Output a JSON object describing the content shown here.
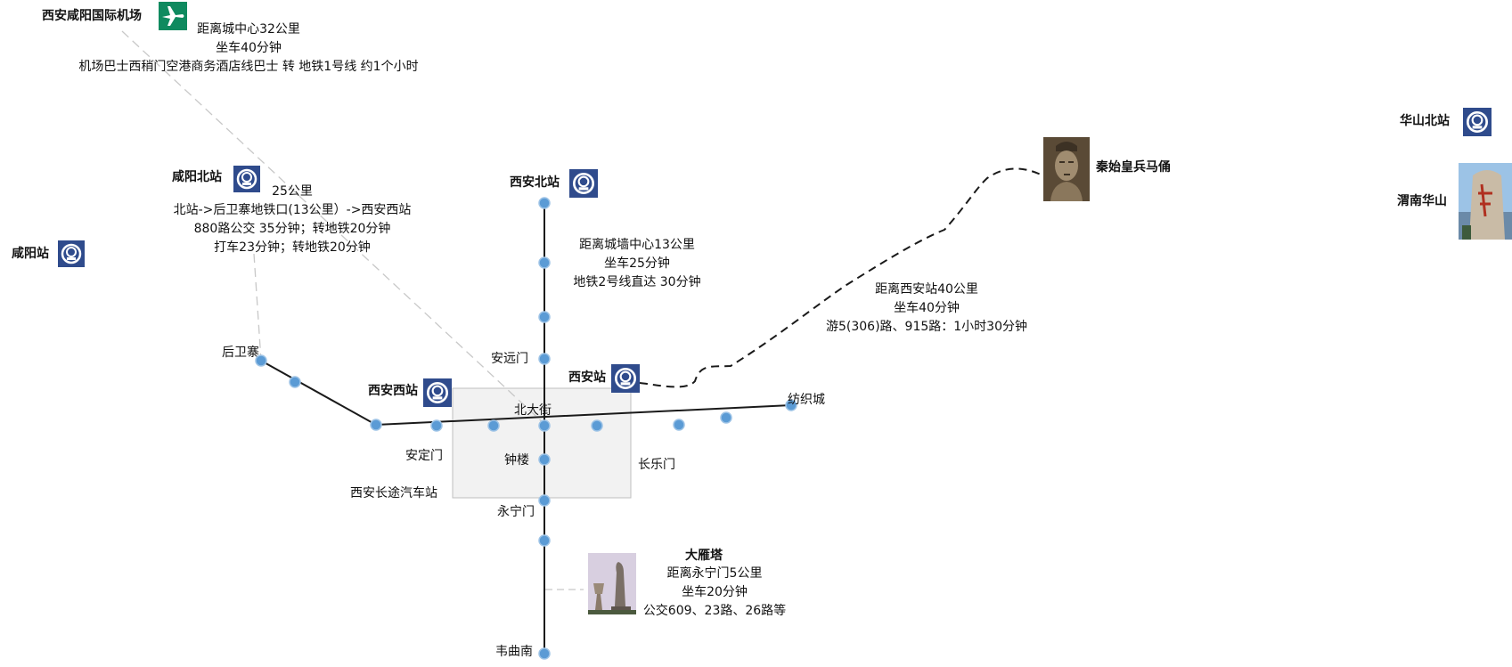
{
  "airport": {
    "name": "西安咸阳国际机场",
    "icon": "airplane-icon",
    "info": [
      "距离城中心32公里",
      "坐车40分钟",
      "机场巴士西稍门空港商务酒店线巴士 转 地铁1号线 约1个小时"
    ]
  },
  "xianyang_north": {
    "name": "咸阳北站",
    "icon": "railway-station-icon",
    "info": [
      "25公里",
      "北站->后卫寨地铁口(13公里）->西安西站",
      "880路公交 35分钟；转地铁20分钟",
      "打车23分钟；转地铁20分钟"
    ]
  },
  "xianyang": {
    "name": "咸阳站",
    "icon": "railway-station-icon"
  },
  "xian_north": {
    "name": "西安北站",
    "icon": "railway-station-icon",
    "info": [
      "距离城墙中心13公里",
      "坐车25分钟",
      "地铁2号线直达 30分钟"
    ]
  },
  "xian_west": {
    "name": "西安西站",
    "icon": "railway-station-icon"
  },
  "xian": {
    "name": "西安站",
    "icon": "railway-station-icon"
  },
  "terracotta": {
    "name": "秦始皇兵马俑",
    "photo": "terracotta-warrior-photo",
    "info": [
      "距离西安站40公里",
      "坐车40分钟",
      "游5(306)路、915路：1小时30分钟"
    ]
  },
  "huashan_north": {
    "name": "华山北站",
    "icon": "railway-station-icon"
  },
  "weinan_huashan": {
    "name": "渭南华山",
    "photo": "huashan-rock-photo"
  },
  "big_goose_pagoda": {
    "name": "大雁塔",
    "photo": "big-goose-pagoda-photo",
    "info": [
      "距离永宁门5公里",
      "坐车20分钟",
      "公交609、23路、26路等"
    ]
  },
  "stations": {
    "houweizhai": "后卫寨",
    "anyuanmen": "安远门",
    "beidajie": "北大街",
    "zhonglou": "钟楼",
    "andingmen": "安定门",
    "changlemen": "长乐门",
    "long_distance_bus": "西安长途汽车站",
    "yongningmen": "永宁门",
    "fangzhicheng": "纺织城",
    "weiqunan": "韦曲南"
  },
  "colors": {
    "line": "#1a1a1a",
    "station_dot": "#5b9bd5",
    "station_dot_edge": "#9dc3e6",
    "rail_icon_bg": "#2f4b8c",
    "airport_icon_bg": "#0f8a5f",
    "dashed_guide": "#c8c8c8",
    "city_wall_fill": "#f2f2f2",
    "city_wall_border": "#bfbfbf"
  }
}
